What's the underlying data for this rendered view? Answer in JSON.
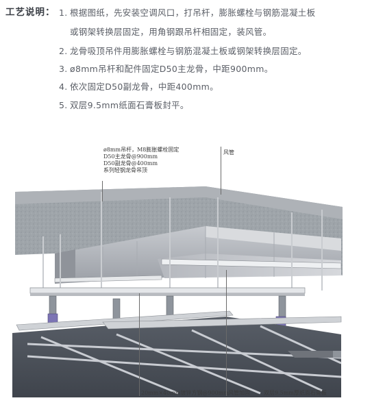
{
  "notes": {
    "heading": "工艺说明：",
    "steps": [
      {
        "num": "1.",
        "text": "根据图纸，先安装空调风口，打吊杆，膨胀螺栓与钢筋混凝土板",
        "cont": "或钢架转换层固定，用角钢跟吊杆相固定，装风管。"
      },
      {
        "num": "2.",
        "text": "龙骨吸顶吊件用膨胀螺栓与钢筋混凝土板或钢架转换层固定。"
      },
      {
        "num": "3.",
        "text": "ø8mm吊杆和配件固定D50主龙骨，中距900mm。"
      },
      {
        "num": "4.",
        "text": "依次固定D50副龙骨，中距400mm。"
      },
      {
        "num": "5.",
        "text": "双层9.5mm纸面石膏板封平。"
      }
    ]
  },
  "diagram": {
    "callout_left": [
      "ø8mm吊杆，M8膨胀螺栓固定",
      "D50主龙骨@900mm",
      "D50副龙骨@400mm",
      "系列轻钢龙骨吊顶"
    ],
    "callout_duct": "风管",
    "callout_square_tube": "20mm×40mm镀锌方钢@900mm",
    "callout_duct_reinforce": "风管加固",
    "callout_board": "双层9.5mm厚纸面石膏板"
  }
}
